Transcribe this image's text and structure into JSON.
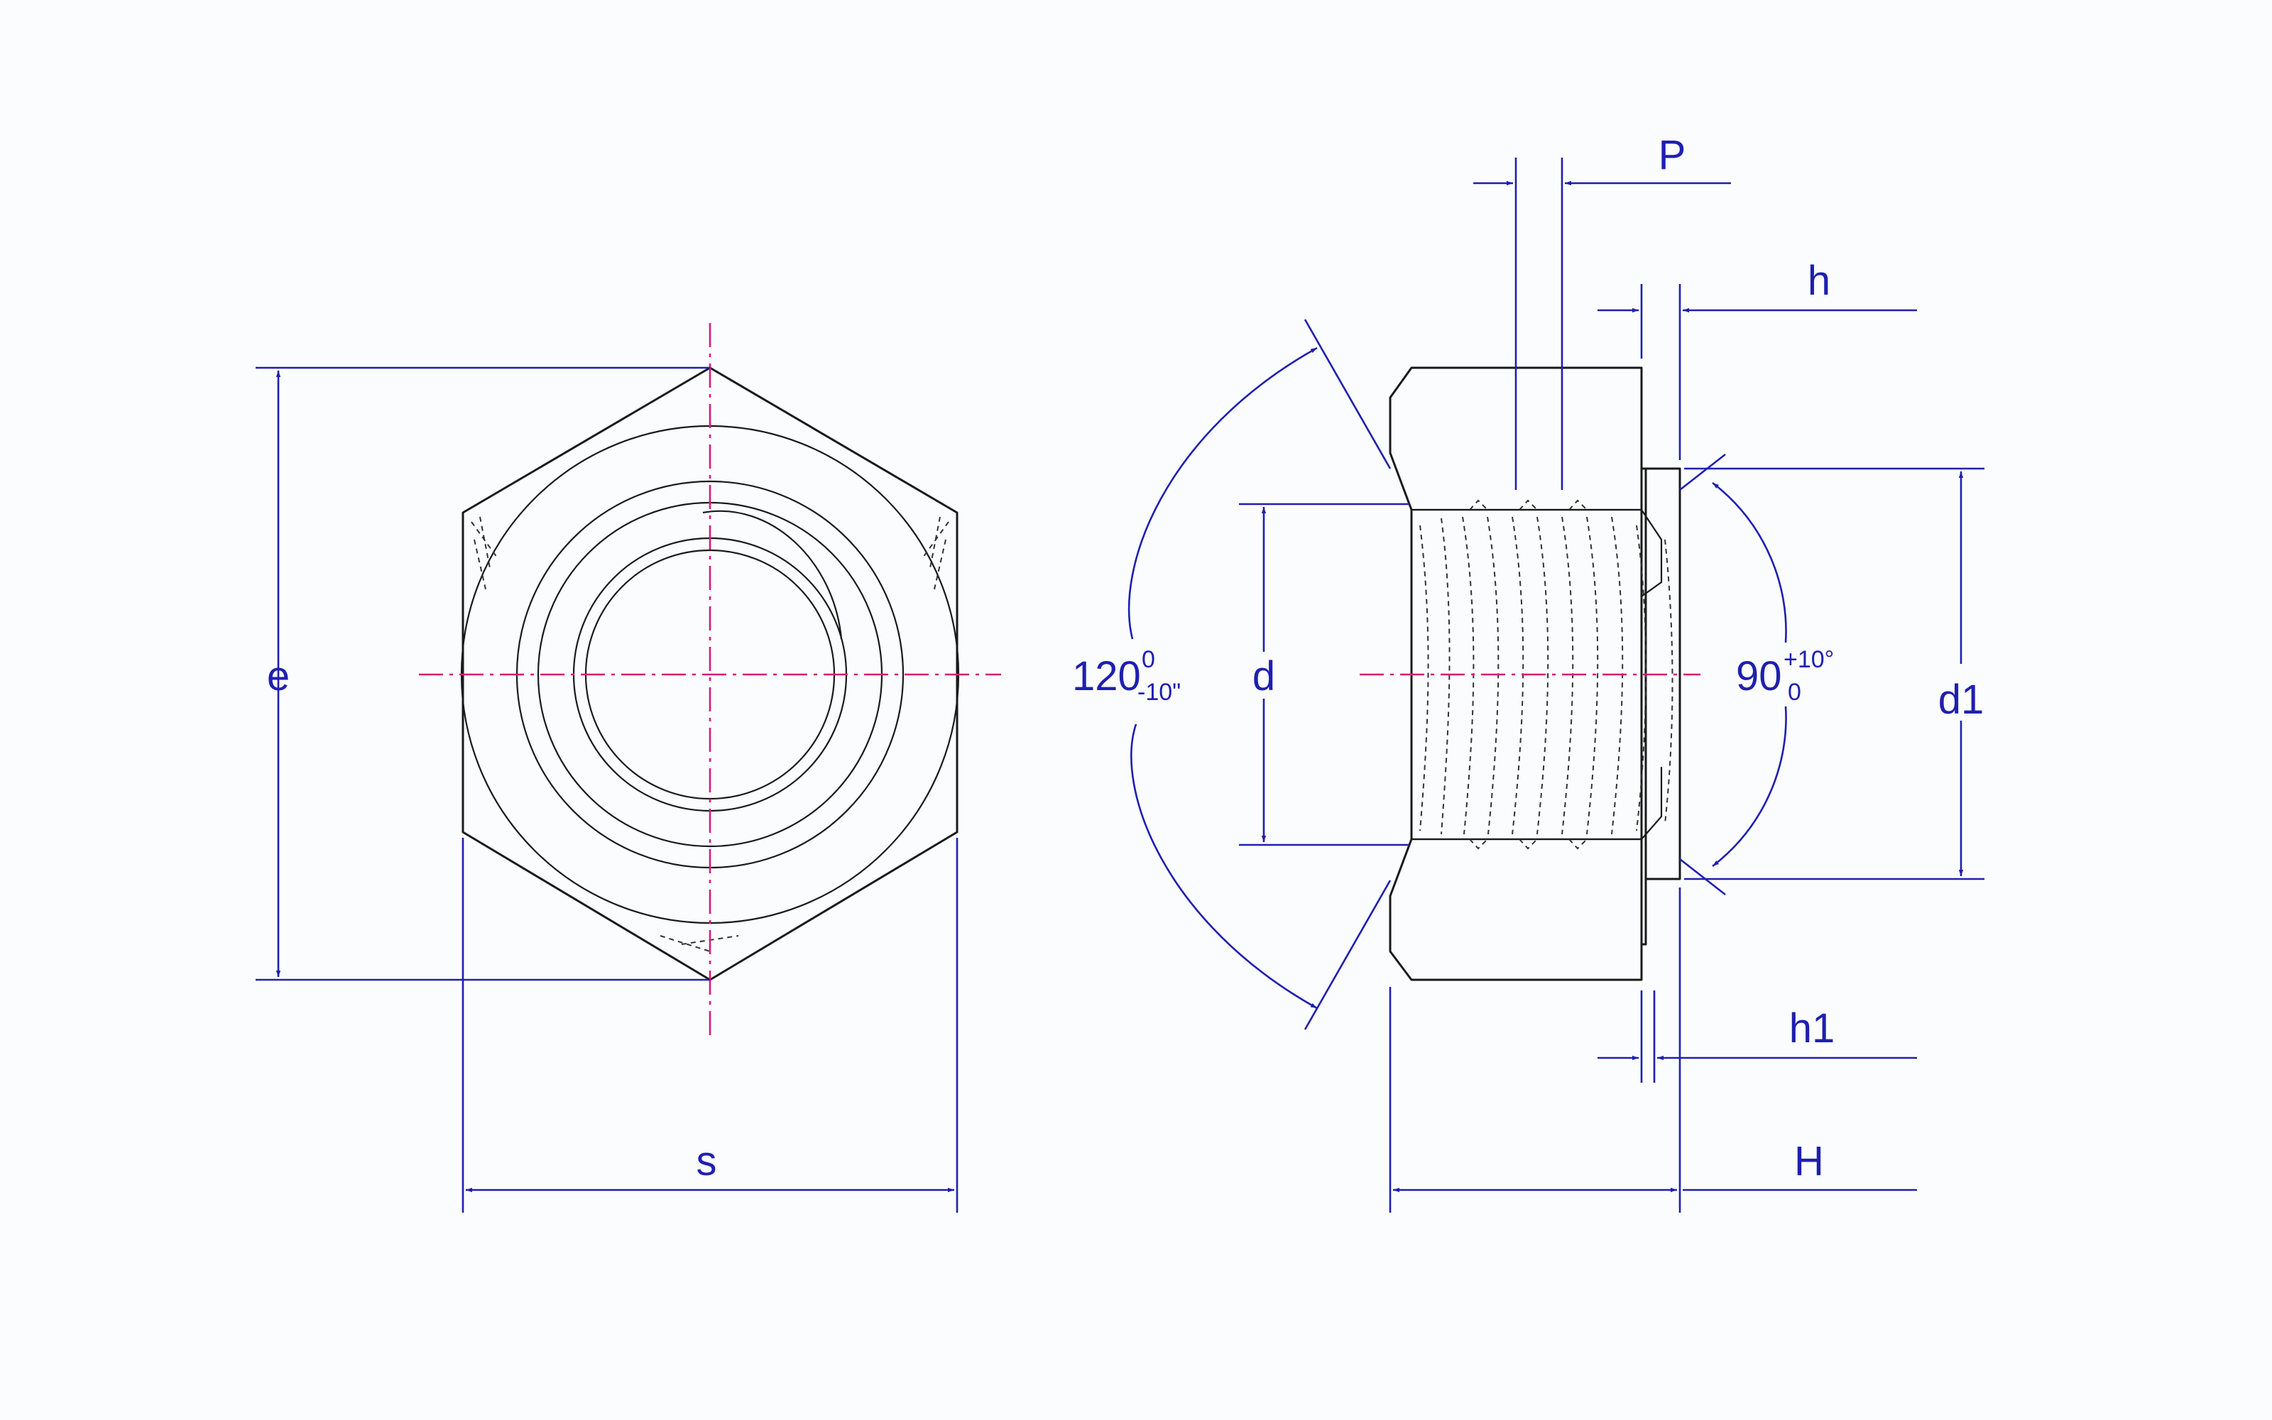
{
  "labels": {
    "e": "e",
    "s": "s",
    "d": "d",
    "d1": "d1",
    "p": "P",
    "h": "h",
    "h1": "h1",
    "big_h": "H",
    "angle_120": {
      "value": "120",
      "upper": "0",
      "lower": "-10\""
    },
    "angle_90": {
      "value": "90",
      "upper": "+10°",
      "lower": "0"
    }
  },
  "colors": {
    "outline": "#1a1a1a",
    "dimension": "#1f1fb0",
    "centerline": "#d81b7a",
    "background": "#fbfcfd"
  }
}
